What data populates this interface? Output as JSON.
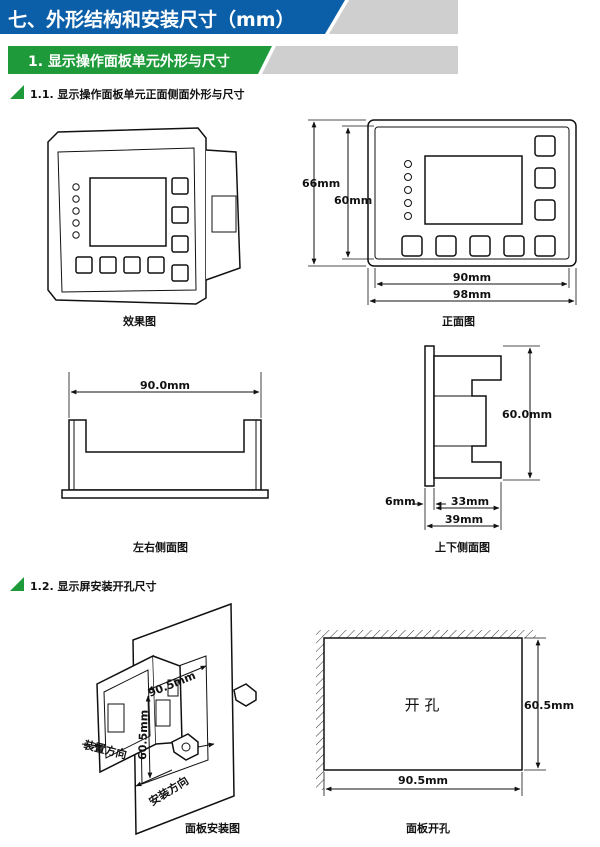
{
  "header": {
    "title": "七、外形结构和安装尺寸（mm）",
    "section": "1. 显示操作面板单元外形与尺寸",
    "colors": {
      "banner_blue": "#0b5fa8",
      "banner_green": "#1f9a3a",
      "banner_gray": "#cfcfcf"
    }
  },
  "sub1": {
    "label": "1.1. 显示操作面板单元正面侧面外形与尺寸"
  },
  "sub2": {
    "label": "1.2. 显示屏安装开孔尺寸"
  },
  "front": {
    "height_outer": "66mm",
    "height_inner": "60mm",
    "width_inner": "90mm",
    "width_outer": "98mm"
  },
  "side_lr": {
    "width": "90.0mm"
  },
  "side_tb": {
    "height": "60.0mm",
    "thick": "6mm",
    "depth_inner": "33mm",
    "depth_outer": "39mm"
  },
  "install": {
    "width": "90.5mm",
    "height": "60.5mm",
    "dir_load": "装置方向",
    "dir_install": "安装方向"
  },
  "cutout": {
    "label": "开  孔",
    "height": "60.5mm",
    "width": "90.5mm"
  },
  "captions": {
    "effect": "效果图",
    "front": "正面图",
    "lr_side": "左右侧面图",
    "tb_side": "上下侧面图",
    "install": "面板安装图",
    "cutout": "面板开孔"
  }
}
